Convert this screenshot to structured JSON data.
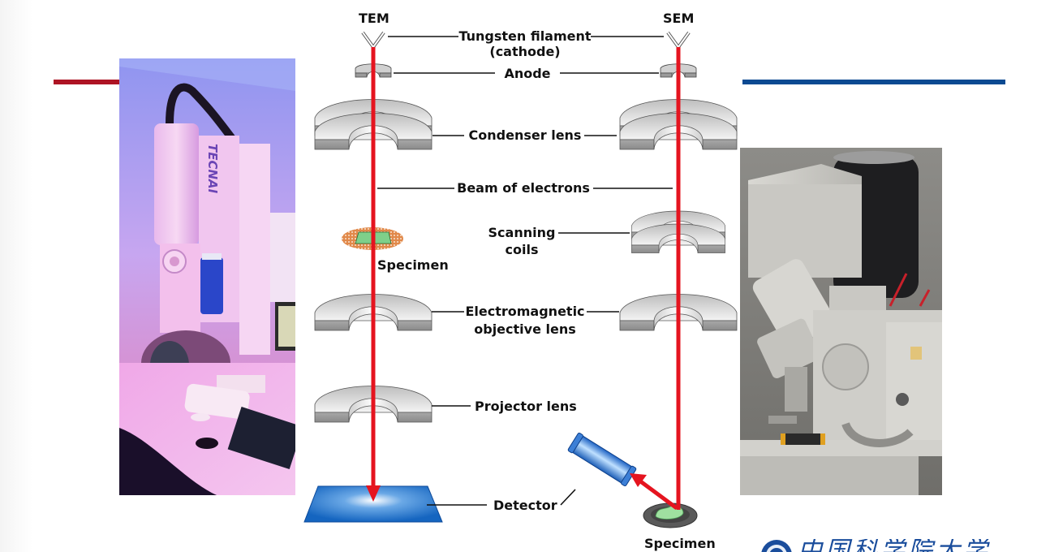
{
  "slide": {
    "accent_colors": {
      "left_bar": "#ae1424",
      "right_bar": "#0b4a92",
      "beam": "#e5141f"
    }
  },
  "photos": {
    "tem": {
      "description": "Transmission electron microscope photo (TECNAI) in pink/blue lighting",
      "brand_text": "TECNAI"
    },
    "sem": {
      "description": "Scanning electron microscope instrument photo"
    }
  },
  "diagram": {
    "columns": {
      "tem": "TEM",
      "sem": "SEM"
    },
    "labels": {
      "filament_line1": "Tungsten filament",
      "filament_line2": "(cathode)",
      "anode": "Anode",
      "condenser": "Condenser lens",
      "beam": "Beam of electrons",
      "scanning_line1": "Scanning",
      "scanning_line2": "coils",
      "tem_specimen": "Specimen",
      "objective_line1": "Electromagnetic",
      "objective_line2": "objective lens",
      "projector": "Projector lens",
      "detector": "Detector",
      "sem_specimen": "Specimen"
    }
  },
  "footer": {
    "logo_text_partial": "中国科学院大学"
  }
}
